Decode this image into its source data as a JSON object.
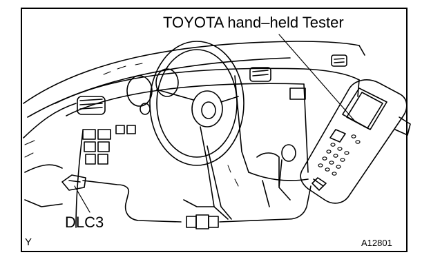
{
  "figure": {
    "callout_tester": "TOYOTA hand–held Tester",
    "callout_connector": "DLC3",
    "corner_mark": "Y",
    "figure_code": "A12801"
  },
  "colors": {
    "ink": "#000000",
    "paper": "#ffffff"
  }
}
